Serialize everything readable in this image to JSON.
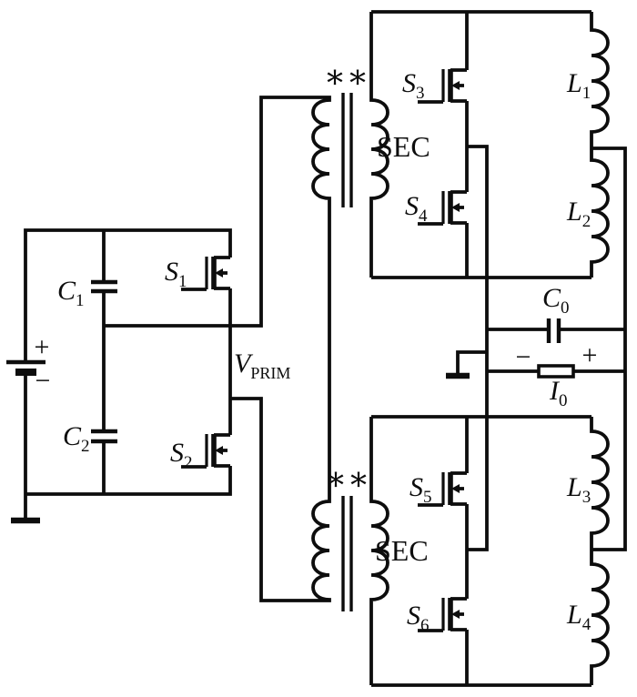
{
  "schematic": {
    "kind": "power-electronics circuit diagram",
    "background": "#ffffff",
    "line_color": "#0d0d0d",
    "description": "Half-bridge DC-DC converter: input source with capacitive divider C1/C2 and switches S1/S2 drive two series-connected transformer primaries (VPRIM). Each transformer secondary (SEC, with polarity star marks) feeds a bridge of synchronous switches (S3/S4, S5/S6) and inductors (L1/L2, L3/L4). Outputs join at filter capacitor C0 and output current element I0 with - and + terminals; common node is grounded."
  },
  "labels": {
    "battery_plus": "+",
    "battery_minus": "−",
    "c1": {
      "base": "C",
      "sub": "1"
    },
    "c2": {
      "base": "C",
      "sub": "2"
    },
    "s1": {
      "base": "S",
      "sub": "1"
    },
    "s2": {
      "base": "S",
      "sub": "2"
    },
    "s3": {
      "base": "S",
      "sub": "3"
    },
    "s4": {
      "base": "S",
      "sub": "4"
    },
    "s5": {
      "base": "S",
      "sub": "5"
    },
    "s6": {
      "base": "S",
      "sub": "6"
    },
    "l1": {
      "base": "L",
      "sub": "1"
    },
    "l2": {
      "base": "L",
      "sub": "2"
    },
    "l3": {
      "base": "L",
      "sub": "3"
    },
    "l4": {
      "base": "L",
      "sub": "4"
    },
    "c0": {
      "base": "C",
      "sub": "0"
    },
    "i0": {
      "base": "I",
      "sub": "0"
    },
    "vprim": {
      "base": "V",
      "sub": "PRIM"
    },
    "sec": "SEC",
    "polarity_star": "*",
    "output_minus": "−",
    "output_plus": "+"
  }
}
